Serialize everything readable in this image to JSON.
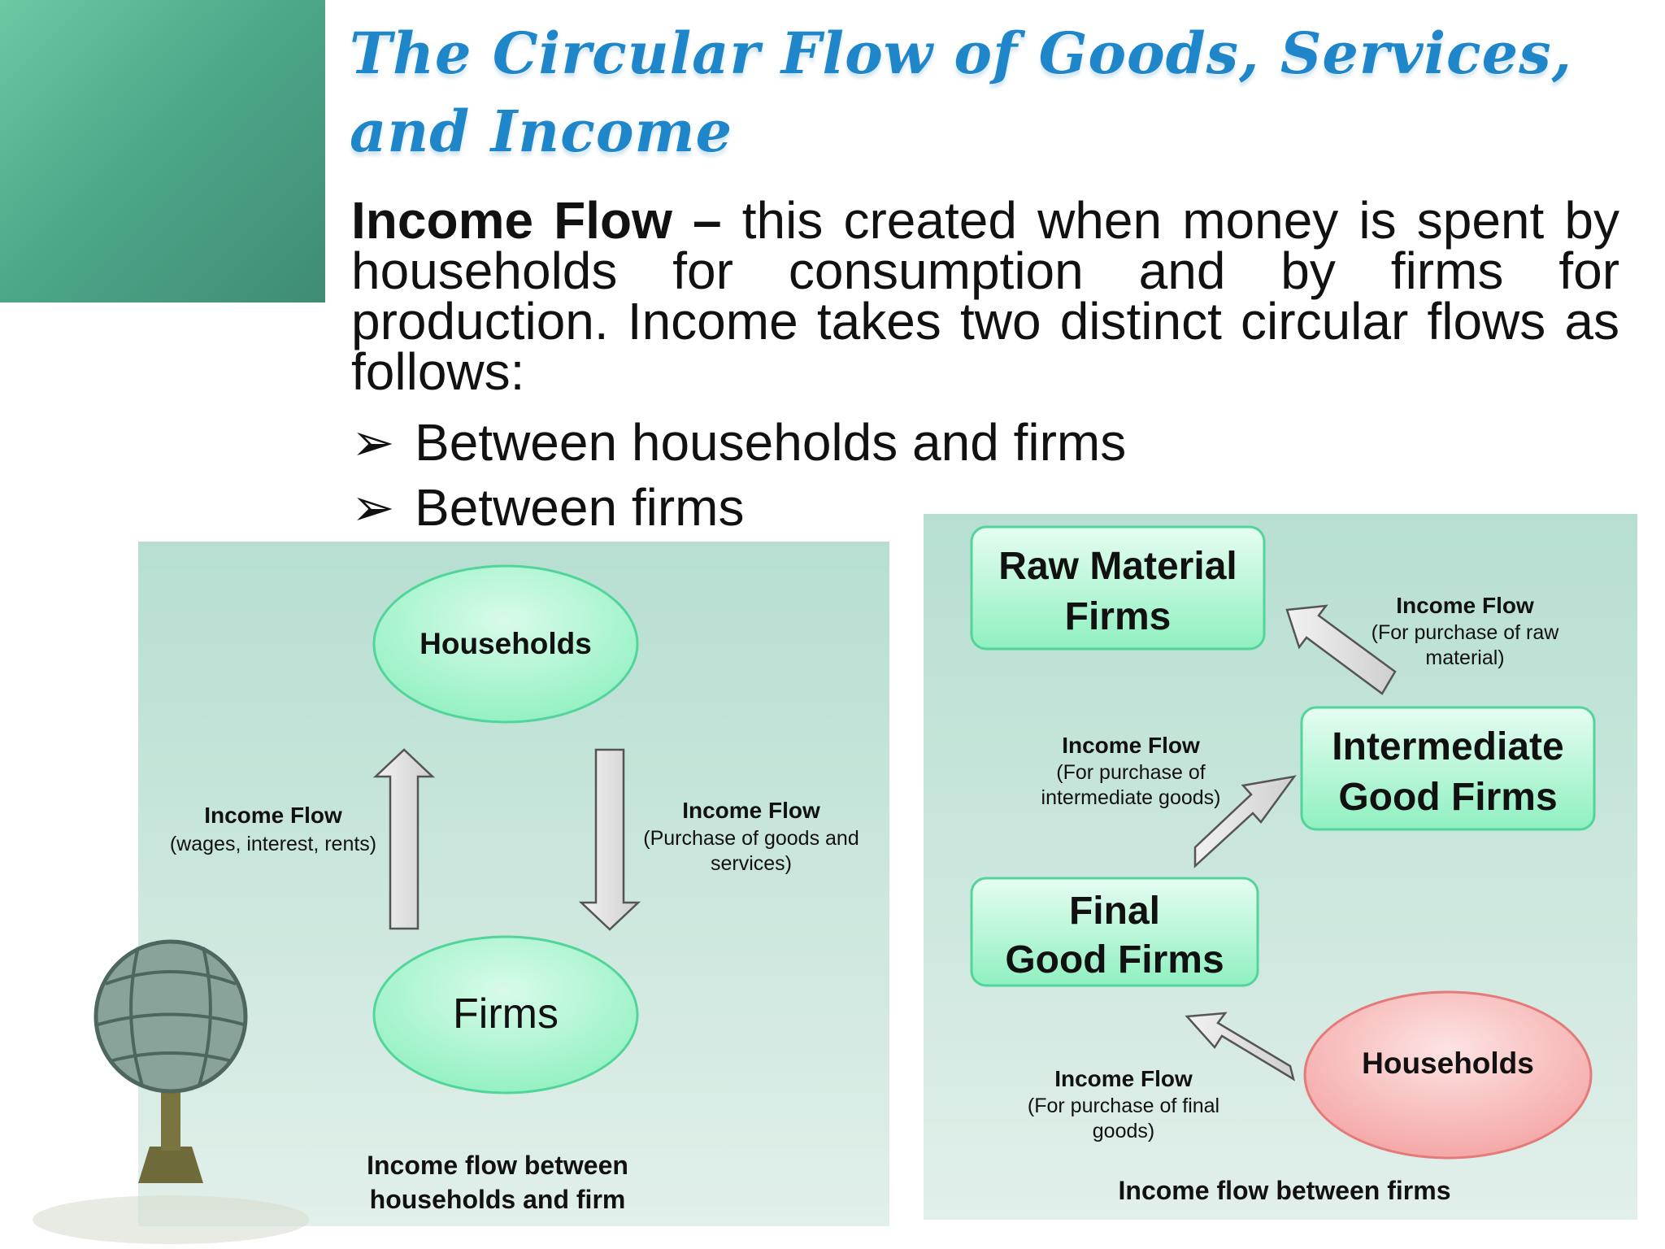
{
  "slide": {
    "title": "The Circular Flow of Goods, Services, and Income",
    "body_bold": "Income Flow –",
    "body_text": " this created when money is spent by households for consumption and by firms for production. Income takes two distinct circular flows as follows:",
    "bullets": [
      {
        "mark": "➢",
        "text": "Between households and firms"
      },
      {
        "mark": "➢",
        "text": "Between firms"
      }
    ]
  },
  "left_diagram": {
    "households": "Households",
    "firms": "Firms",
    "up_flow_title": "Income Flow",
    "up_flow_sub": "(wages, interest, rents)",
    "down_flow_title": "Income Flow",
    "down_flow_sub_1": "(Purchase of goods and",
    "down_flow_sub_2": "services)",
    "caption_1": "Income flow between",
    "caption_2": "households and firm"
  },
  "right_diagram": {
    "raw_1": "Raw Material",
    "raw_2": "Firms",
    "inter_1": "Intermediate",
    "inter_2": "Good Firms",
    "final_1": "Final",
    "final_2": "Good Firms",
    "households": "Households",
    "raw_flow_title": "Income Flow",
    "raw_flow_sub_1": "(For purchase of raw",
    "raw_flow_sub_2": "material)",
    "inter_flow_title": "Income Flow",
    "inter_flow_sub_1": "(For purchase of",
    "inter_flow_sub_2": "intermediate goods)",
    "final_flow_title": "Income Flow",
    "final_flow_sub_1": "(For purchase of  final",
    "final_flow_sub_2": "goods)",
    "caption": "Income flow between firms"
  },
  "colors": {
    "title_blue": "#1f86c9",
    "box_green": "#8ff0c0",
    "households_pink": "#f4a3a3",
    "arrow_gray": "#d9d9d9"
  }
}
